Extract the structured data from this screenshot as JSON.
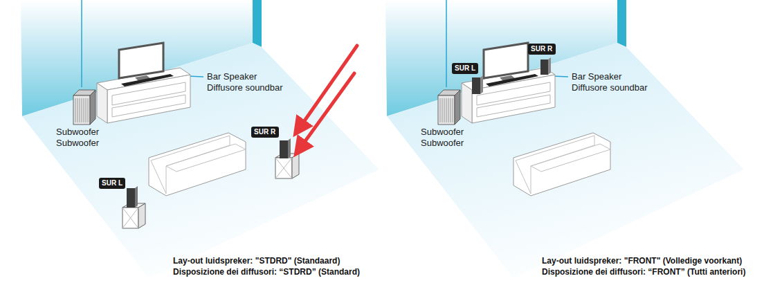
{
  "diagram": {
    "nodes": [
      {
        "text": [
          "SUR R"
        ]
      },
      {
        "text": [
          "SUR L"
        ]
      },
      {
        "text": [
          "SUR L"
        ]
      },
      {
        "text": [
          "SUR R"
        ]
      }
    ],
    "labels": [
      "Bar Speaker",
      "Diffusore soundbar",
      "Subwoofer",
      "Subwoofer",
      "Lay-out luidspreker: \"STDRD\" (Standaard)",
      "Disposizione dei diffusori: “STDRD” (Standard)",
      "Bar Speaker",
      "Diffusore soundbar",
      "Subwoofer",
      "Subwoofer",
      "Lay-out luidspreker: \"FRONT\" (Volledige voorkant)",
      "Disposizione dei diffusori: “FRONT” (Tutti anteriori)"
    ]
  }
}
